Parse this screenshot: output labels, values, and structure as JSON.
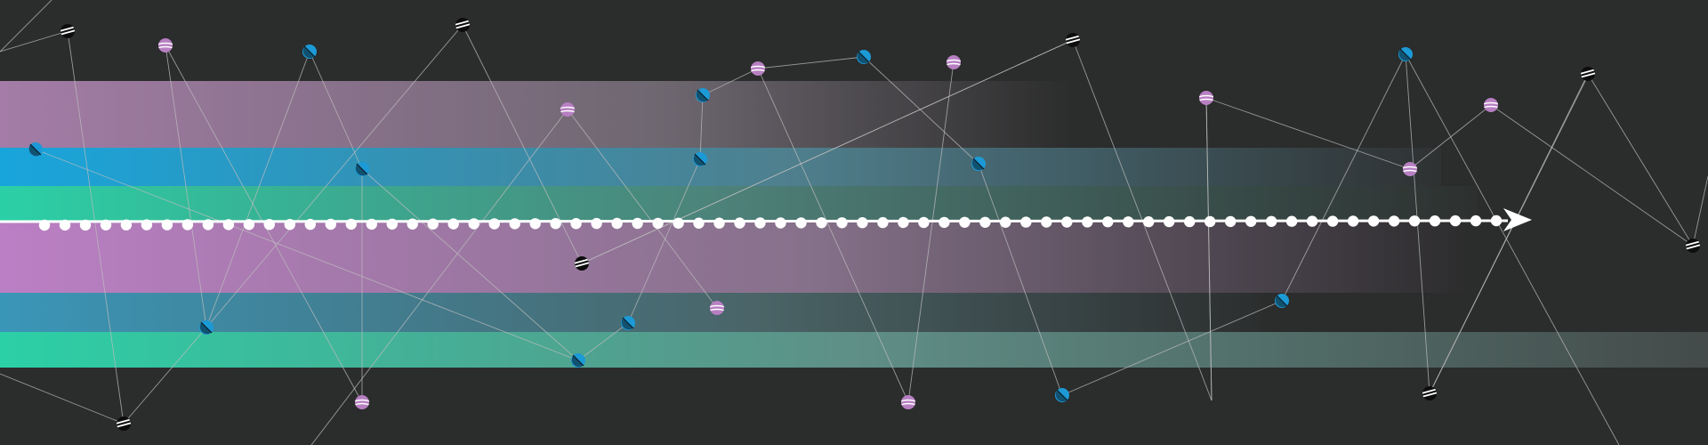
{
  "background": "#2b2c2c",
  "palette": {
    "pink": "#b77fc2",
    "blue": "#1c9ad6",
    "teal": "#2fd0a6",
    "black": "#0d0d0d",
    "white": "#ffffff",
    "line": "#bdbdbd"
  },
  "bands": [
    {
      "name": "band-pink-top",
      "color": "pink"
    },
    {
      "name": "band-blue-top",
      "color": "blue"
    },
    {
      "name": "band-teal-top",
      "color": "teal"
    },
    {
      "name": "band-pink-bottom",
      "color": "pink"
    },
    {
      "name": "band-blue-bottom",
      "color": "blue"
    },
    {
      "name": "band-teal-bottom",
      "color": "teal"
    }
  ],
  "timeline": {
    "color": "#ffffff",
    "arrow": "right-arrow",
    "bead_count": 72
  },
  "node_types": [
    "pink-striped-planet",
    "blue-half-circle",
    "black-white-striped-circle"
  ]
}
